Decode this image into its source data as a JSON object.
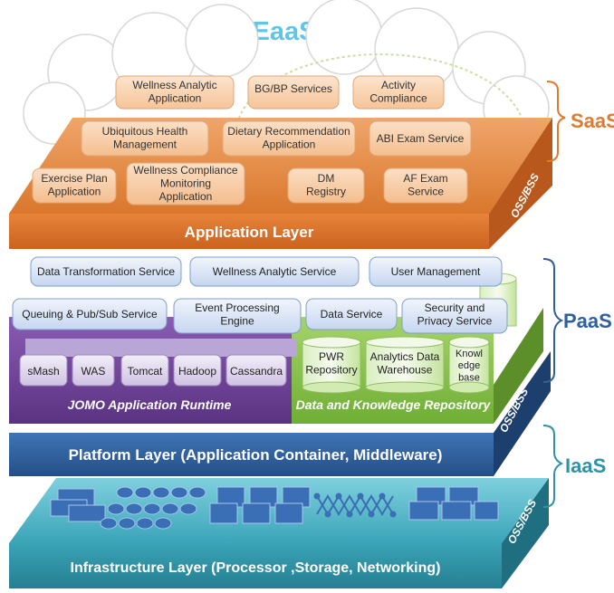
{
  "title": "EaaS",
  "title_colors": [
    "#5ec7e8",
    "#8cc63f"
  ],
  "colors": {
    "saas_orange": "#e07a2e",
    "paas_purple": "#6a3f93",
    "paas_green": "#8ac44a",
    "platform_blue": "#2e5f9e",
    "infra_teal": "#2e93a6",
    "service_box_fill": "#f9d6b6",
    "paas_box_fill": "#dbe6f7"
  },
  "side_labels": {
    "saas": "SaaS",
    "paas": "PaaS",
    "iaas": "IaaS"
  },
  "oss_label": "OSS/BSS",
  "saas_services": {
    "wellness_analytic": [
      "Wellness Analytic",
      "Application"
    ],
    "bgbp": [
      "BG/BP Services"
    ],
    "activity": [
      "Activity",
      "Compliance"
    ],
    "ubiquitous": [
      "Ubiquitous Health",
      "Management"
    ],
    "dietary": [
      "Dietary Recommendation",
      "Application"
    ],
    "abi": [
      "ABI Exam Service"
    ],
    "exercise": [
      "Exercise Plan",
      "Application"
    ],
    "wellness_compliance": [
      "Wellness Compliance",
      "Monitoring",
      "Application"
    ],
    "dm": [
      "DM",
      "Registry"
    ],
    "af": [
      "AF Exam",
      "Service"
    ]
  },
  "application_layer": "Application Layer",
  "paas_services": {
    "data_transformation": [
      "Data Transformation Service"
    ],
    "wellness_analytic_service": [
      "Wellness Analytic Service"
    ],
    "user_management": [
      "User Management"
    ],
    "queuing": [
      "Queuing & Pub/Sub Service"
    ],
    "event_processing": [
      "Event Processing",
      "Engine"
    ],
    "data_service": [
      "Data Service"
    ],
    "security": [
      "Security and",
      "Privacy Service"
    ]
  },
  "runtime_items": [
    "sMash",
    "WAS",
    "Tomcat",
    "Hadoop",
    "Cassandra"
  ],
  "repository_items": {
    "pwr": [
      "PWR",
      "Repository"
    ],
    "analytics": [
      "Analytics Data",
      "Warehouse"
    ],
    "knowledge": [
      "Knowl",
      "edge",
      "base"
    ]
  },
  "runtime_label": "JOMO Application Runtime",
  "repository_label": "Data and Knowledge Repository",
  "platform_layer": "Platform Layer (Application Container, Middleware)",
  "infrastructure_layer": "Infrastructure Layer (Processor ,Storage, Networking)"
}
